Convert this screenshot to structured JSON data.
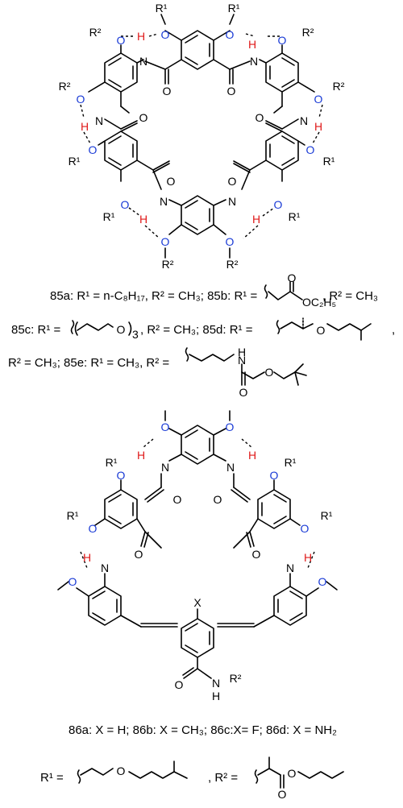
{
  "captions": {
    "line1": "85a: R¹ = n-C₈H₁₇, R² = CH₃; 85b: R¹ =",
    "line1b": ", R² = CH₃",
    "line2": "85c: R¹ =",
    "line2b": ", R² = CH₃; 85d: R¹ =",
    "line2c": ",",
    "line3": "R² = CH₃; 85e: R¹ = CH₃, R² =",
    "line4": "86a: X = H; 86b: X = CH₃; 86c:X= F; 86d: X = NH₂",
    "line5a": "R¹ =",
    "line5b": ", R² ="
  },
  "atoms": {
    "O": "O",
    "H": "H",
    "N": "N",
    "R1": "R¹",
    "R2": "R²",
    "X": "X",
    "OC2H5": "OC₂H₅",
    "sub3": "3"
  },
  "colors": {
    "oxygen": "#1a3bd6",
    "hydrogen": "#e01a1a",
    "bond": "#000000"
  }
}
